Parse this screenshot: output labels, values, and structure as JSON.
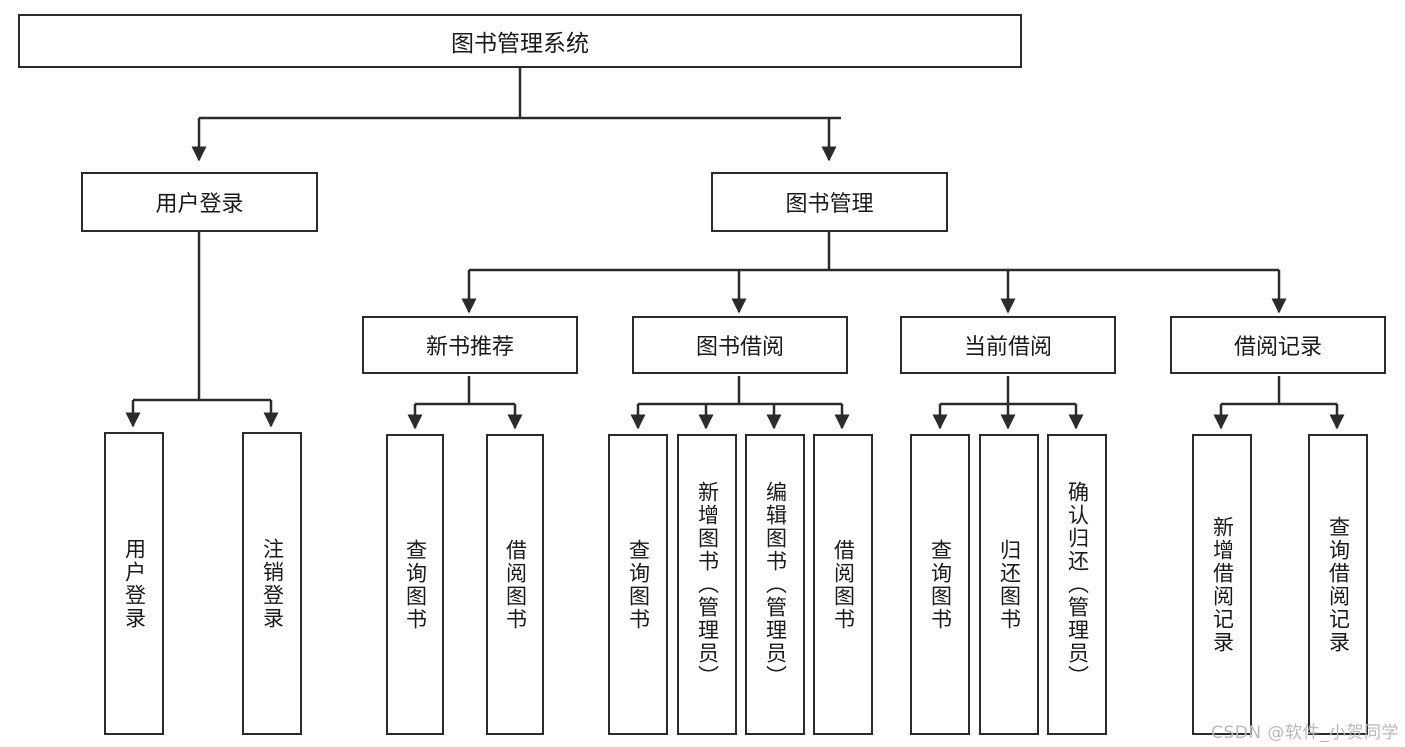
{
  "diagram": {
    "type": "tree",
    "title": "图书管理系统",
    "watermark": "CSDN @软件_小贺同学",
    "colors": {
      "box_border": "#2b2b2b",
      "box_fill": "#ffffff",
      "connector": "#2b2b2b",
      "text": "#1a1a1a",
      "watermark": "#b9b9b9",
      "background": "#ffffff"
    },
    "levels": {
      "root": "图书管理系统",
      "level2": [
        "用户登录",
        "图书管理"
      ],
      "level3": [
        "新书推荐",
        "图书借阅",
        "当前借阅",
        "借阅记录"
      ]
    },
    "nodes": {
      "root": {
        "label": "图书管理系统"
      },
      "user_login": {
        "label": "用户登录"
      },
      "book_manage": {
        "label": "图书管理"
      },
      "new_book_rec": {
        "label": "新书推荐"
      },
      "book_borrow": {
        "label": "图书借阅"
      },
      "current_borrow": {
        "label": "当前借阅"
      },
      "borrow_record": {
        "label": "借阅记录"
      }
    },
    "leaves": {
      "user_login": [
        {
          "label": "用户登录"
        },
        {
          "label": "注销登录"
        }
      ],
      "new_book_rec": [
        {
          "label": "查询图书"
        },
        {
          "label": "借阅图书"
        }
      ],
      "book_borrow": [
        {
          "label": "查询图书"
        },
        {
          "label": "新增图书（管理员）"
        },
        {
          "label": "编辑图书（管理员）"
        },
        {
          "label": "借阅图书"
        }
      ],
      "current_borrow": [
        {
          "label": "查询图书"
        },
        {
          "label": "归还图书"
        },
        {
          "label": "确认归还（管理员）"
        }
      ],
      "borrow_record": [
        {
          "label": "新增借阅记录"
        },
        {
          "label": "查询借阅记录"
        }
      ]
    }
  }
}
